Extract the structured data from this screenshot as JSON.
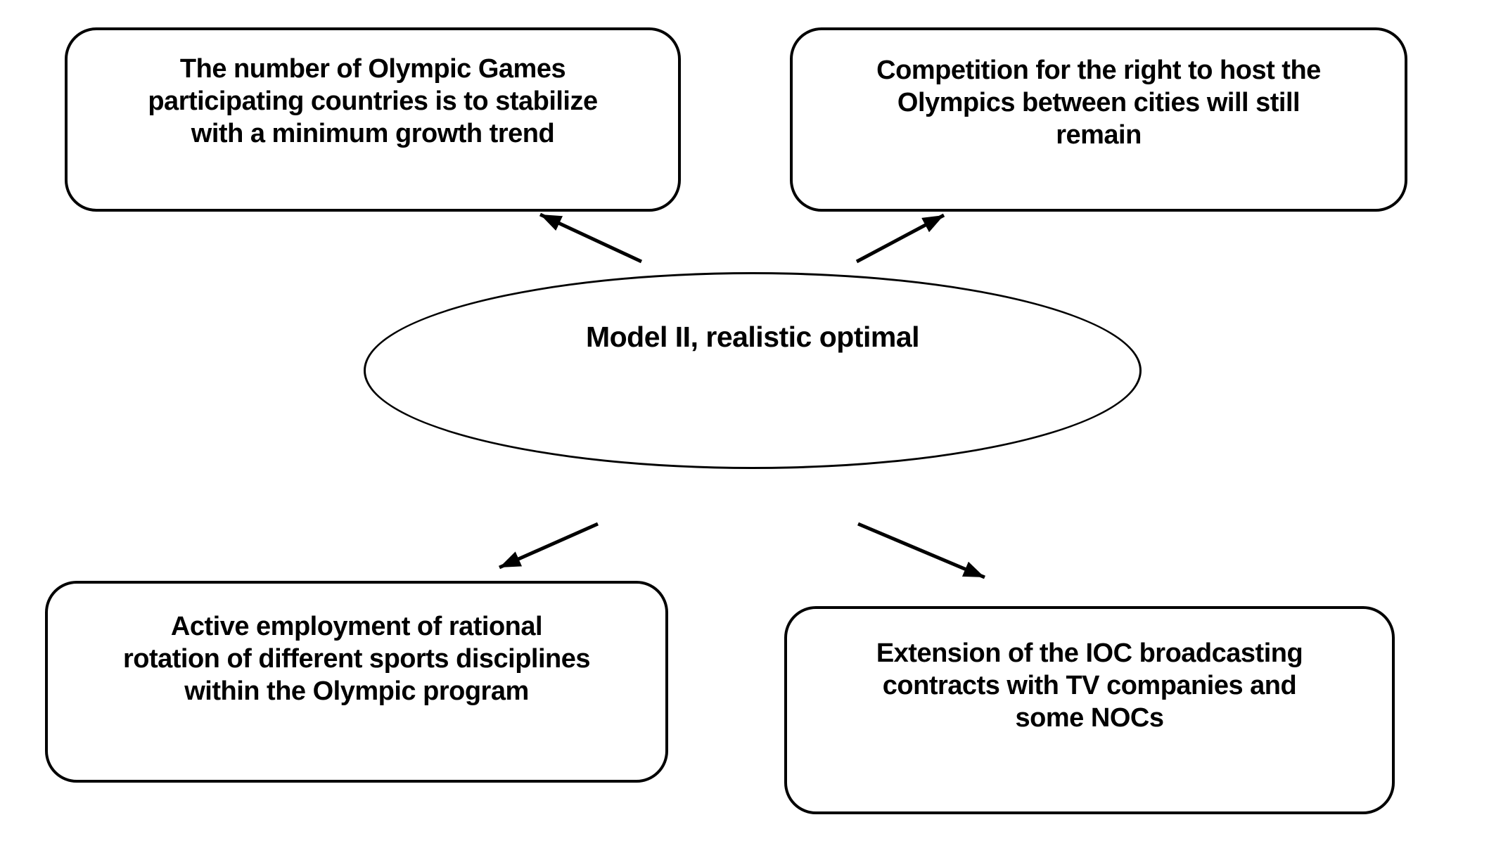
{
  "diagram": {
    "center": {
      "label": "Model II, realistic optimal"
    },
    "nodes": {
      "top_left": {
        "text": "The number of Olympic Games participating countries is to stabilize with a minimum growth trend",
        "lines": [
          "The number of Olympic Games",
          "participating countries is to stabilize",
          "with a minimum growth trend"
        ]
      },
      "top_right": {
        "text": "Competition for the right to host the Olympics between cities will still remain",
        "lines": [
          "Competition for the right to host the",
          "Olympics between cities will still",
          "remain"
        ]
      },
      "bottom_left": {
        "text": "Active employment of rational rotation of different sports disciplines within the Olympic program",
        "lines": [
          "Active employment of rational",
          "rotation of different sports disciplines",
          "within the Olympic program"
        ]
      },
      "bottom_right": {
        "text": "Extension of the IOC broadcasting contracts with TV companies and some NOCs",
        "lines": [
          "Extension of the IOC broadcasting",
          "contracts with TV companies and",
          "some NOCs"
        ]
      }
    },
    "colors": {
      "stroke": "#000000",
      "background": "#ffffff",
      "text": "#000000"
    }
  }
}
